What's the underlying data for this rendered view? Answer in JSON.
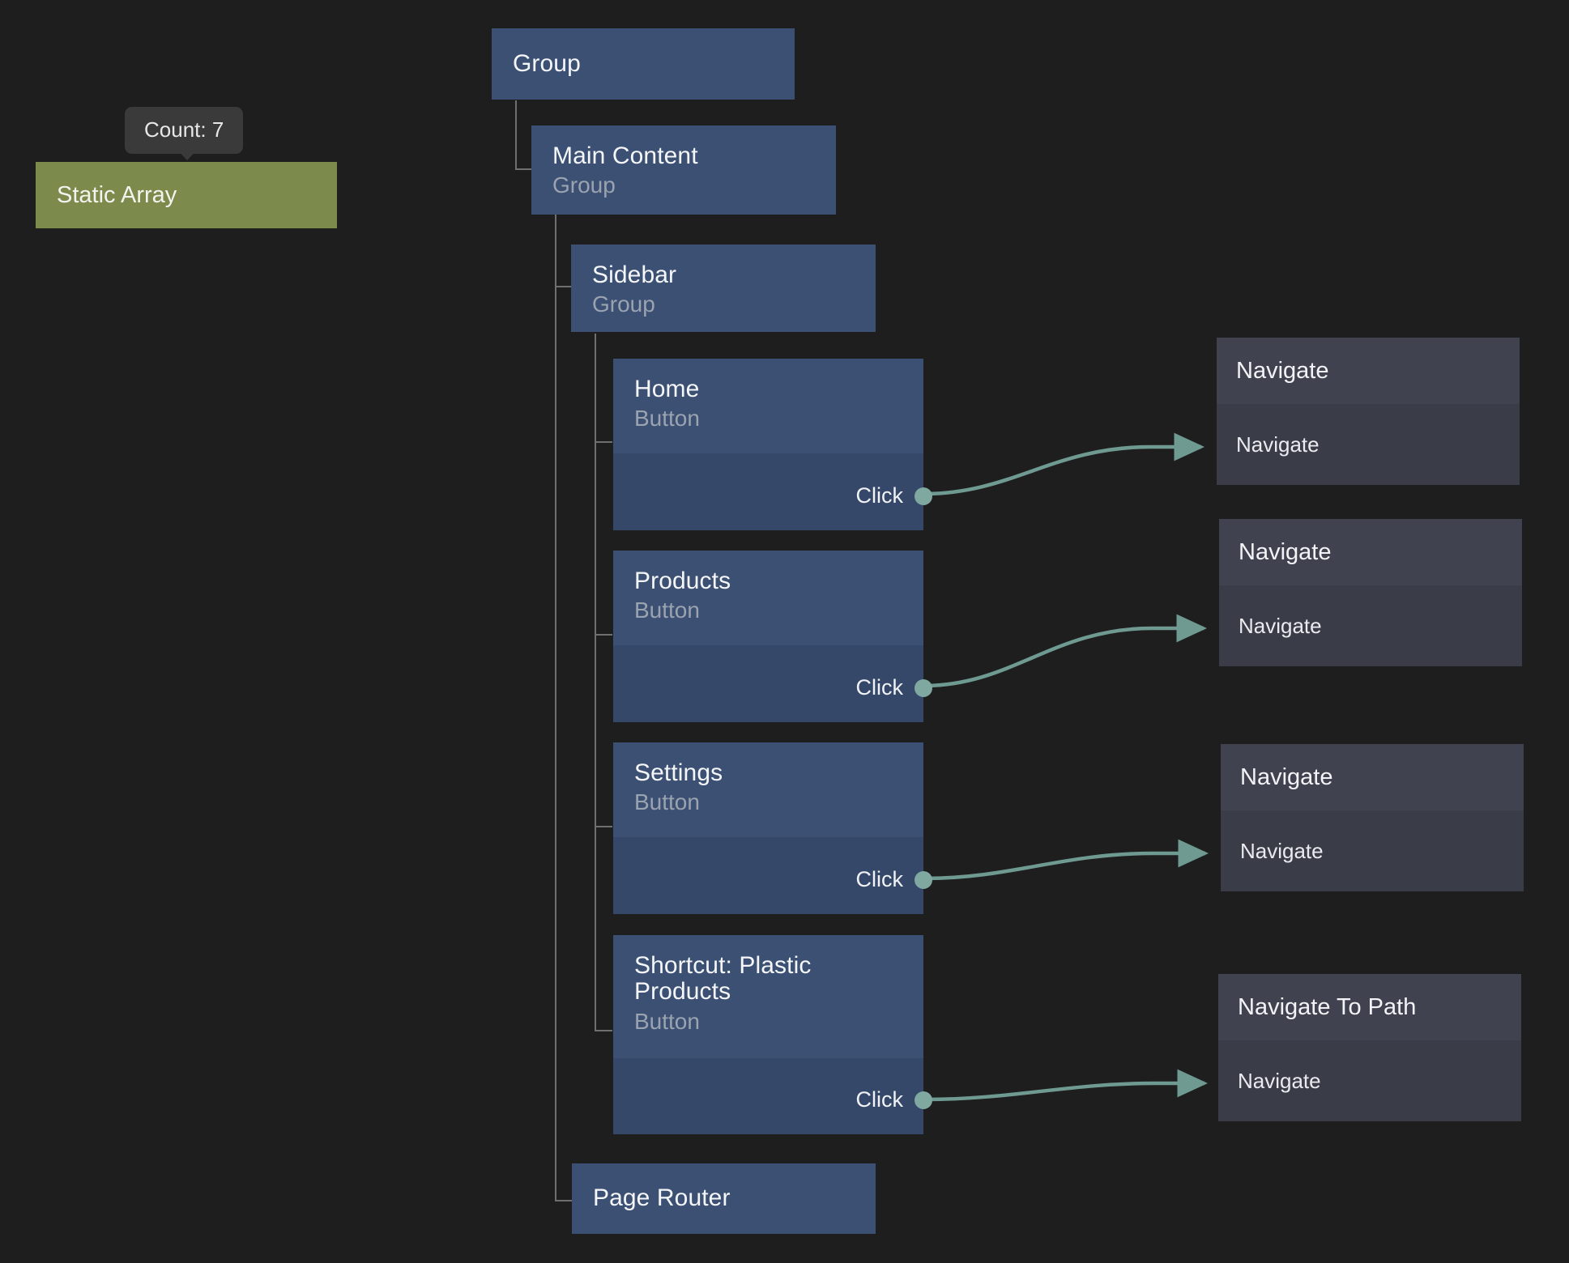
{
  "canvas": {
    "background": "#1e1e1e",
    "accent_port": "#7fa8a0",
    "edge_color": "#6f9a92",
    "node_blue_header": "#3c5074",
    "node_blue_body": "#36486a",
    "node_action_header": "#40434f",
    "node_action_body": "#3a3d48",
    "node_green": "#7c8a4b",
    "tooltip_bg": "#3a3a3a",
    "guide_line": "#6f6f6f"
  },
  "tooltip": {
    "label": "Count: 7"
  },
  "static_array_node": {
    "title": "Static Array"
  },
  "tree": {
    "root": {
      "title": "Group"
    },
    "nodes": [
      {
        "title": "Main Content",
        "subtitle": "Group"
      },
      {
        "title": "Sidebar",
        "subtitle": "Group"
      }
    ],
    "buttons": [
      {
        "title": "Home",
        "subtitle": "Button",
        "port": "Click"
      },
      {
        "title": "Products",
        "subtitle": "Button",
        "port": "Click"
      },
      {
        "title": "Settings",
        "subtitle": "Button",
        "port": "Click"
      },
      {
        "title": "Shortcut: Plastic Products",
        "subtitle": "Button",
        "port": "Click"
      }
    ],
    "page_router": {
      "title": "Page Router"
    }
  },
  "actions": [
    {
      "title": "Navigate",
      "port": "Navigate"
    },
    {
      "title": "Navigate",
      "port": "Navigate"
    },
    {
      "title": "Navigate",
      "port": "Navigate"
    },
    {
      "title": "Navigate To Path",
      "port": "Navigate"
    }
  ]
}
